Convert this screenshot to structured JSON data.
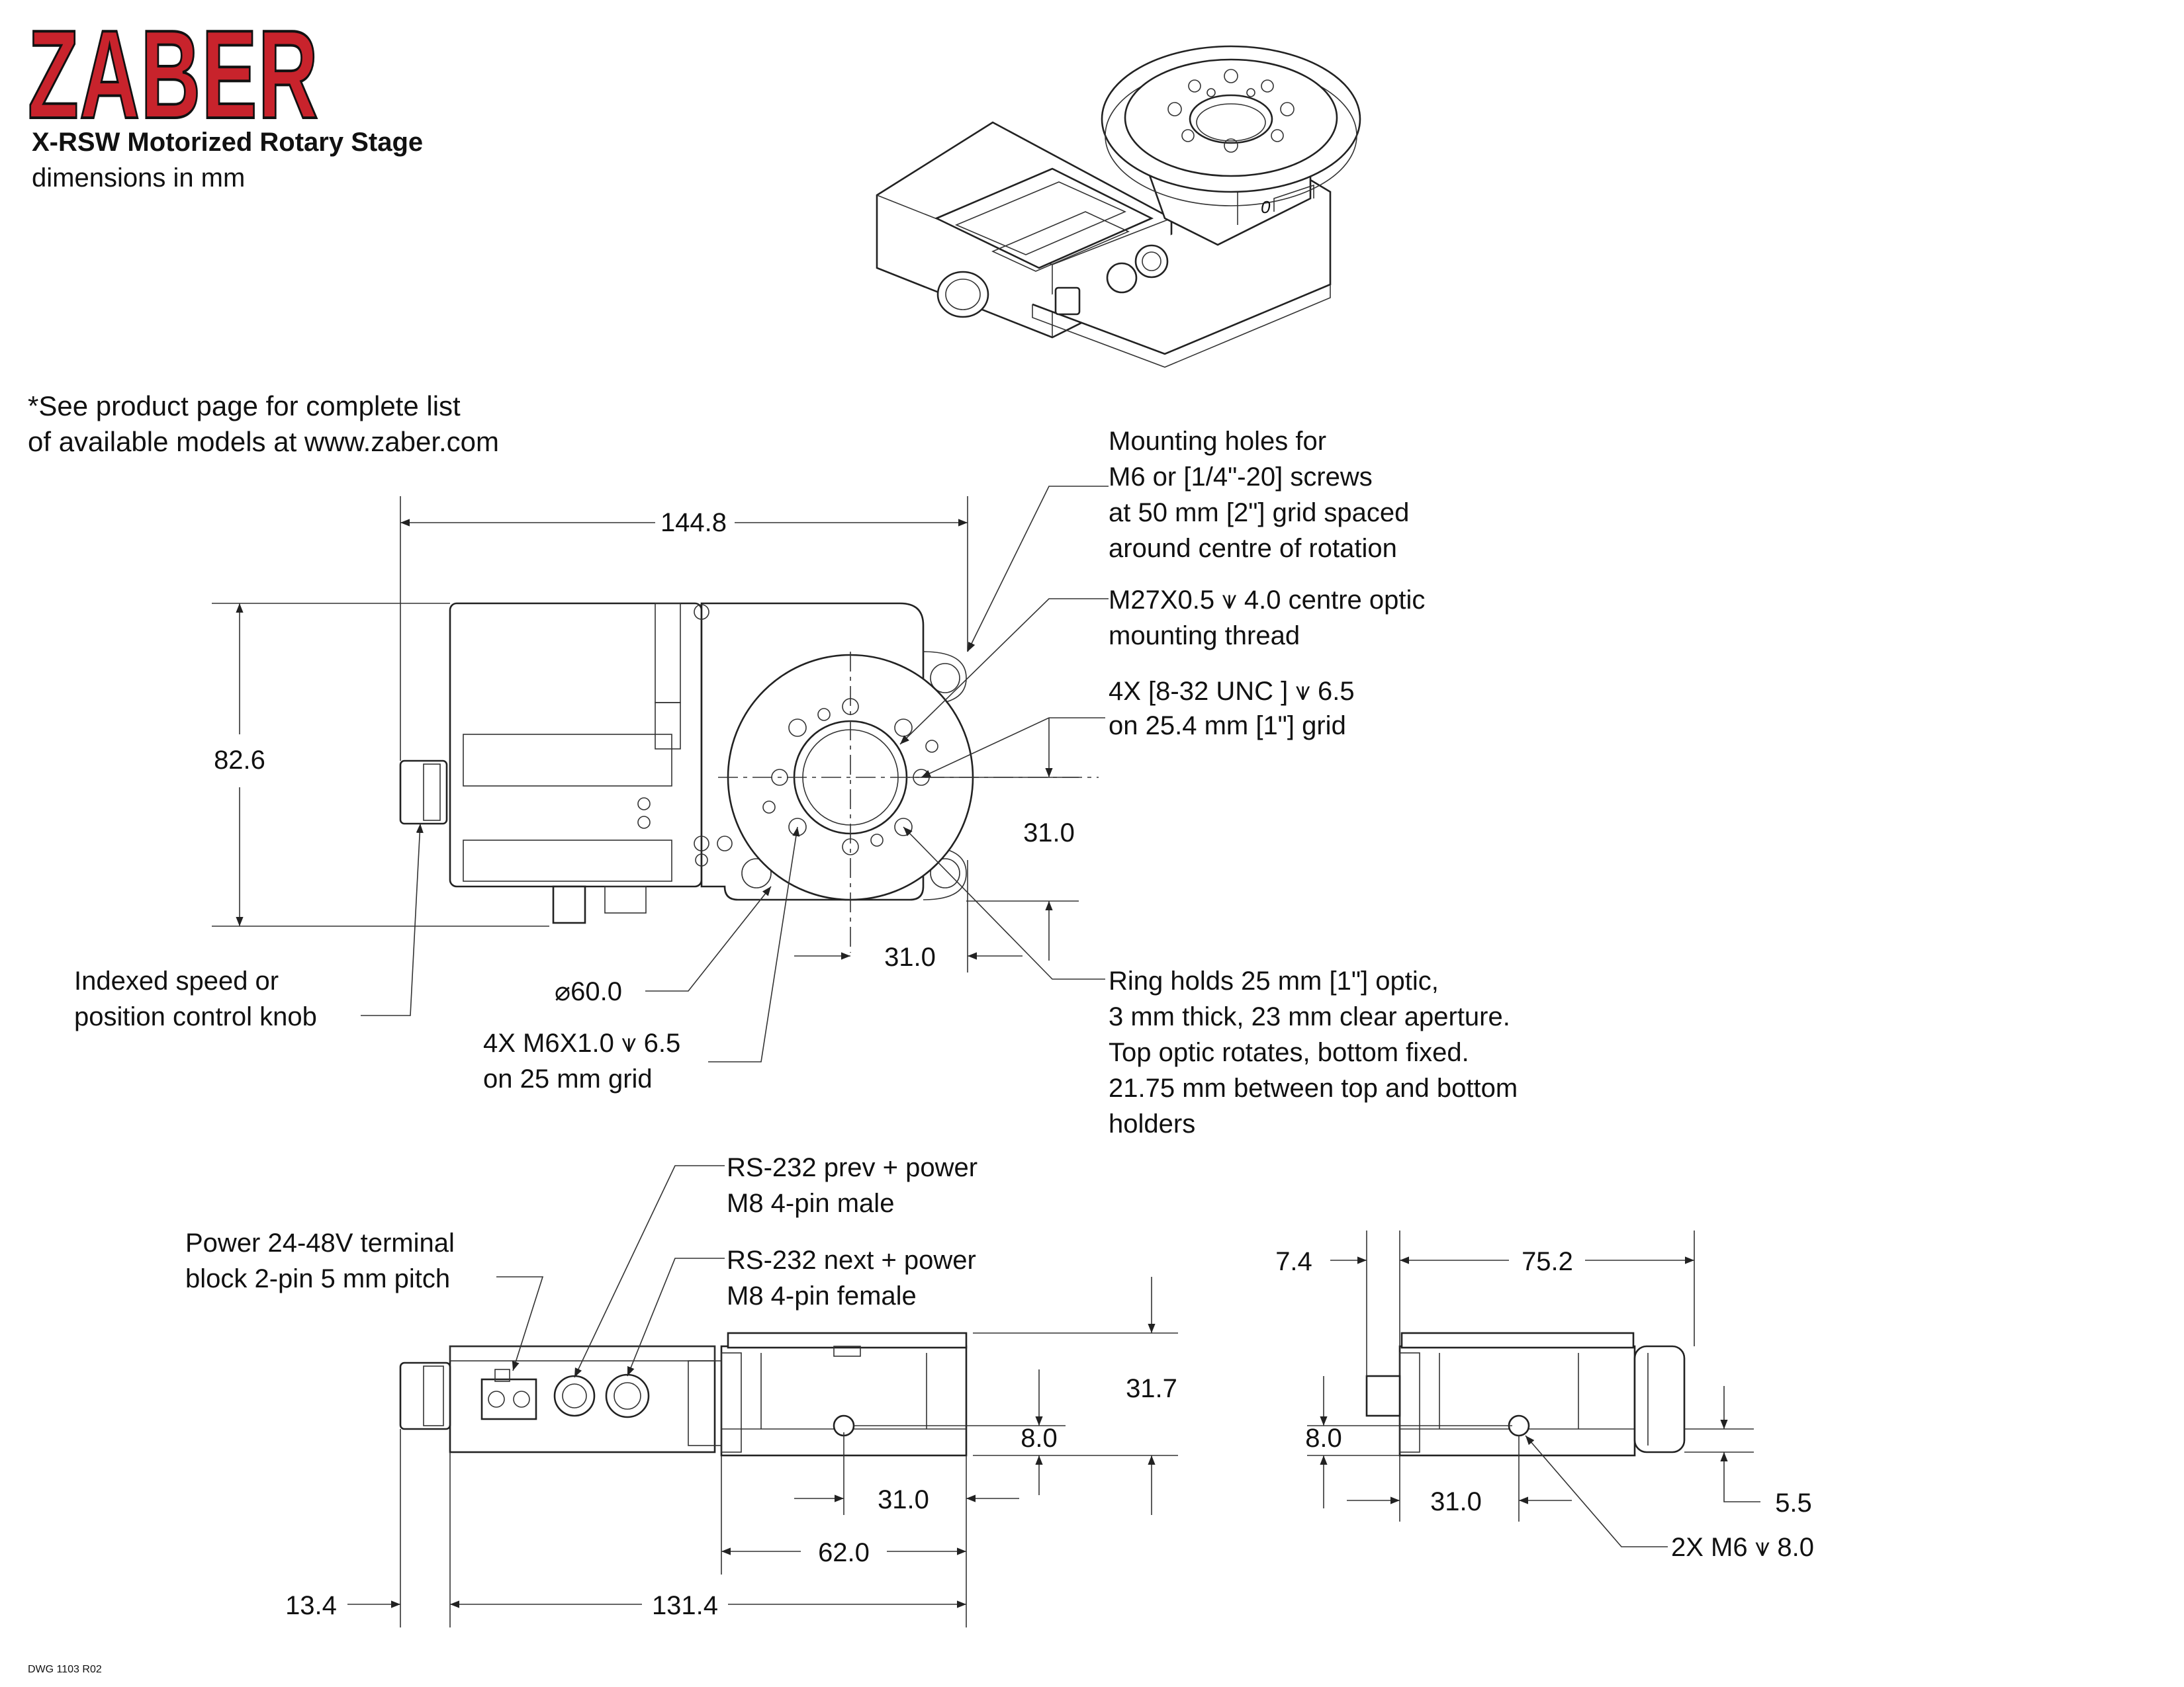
{
  "brand": {
    "logo": "ZABER",
    "logo_color": "#c8232c"
  },
  "title": "X-RSW Motorized Rotary Stage",
  "units_note": "dimensions in mm",
  "footnote": [
    "*See product page for complete list",
    "of available models at www.zaber.com"
  ],
  "dimensions": {
    "width_top": "144.8",
    "height_top": "82.6",
    "dia_ring": "⌀60.0",
    "grid_offset_v": "31.0",
    "grid_offset_h": "31.0",
    "front_height": "31.7",
    "front_hole_height": "8.0",
    "front_hole_offset": "31.0",
    "front_platform": "62.0",
    "front_knob": "13.4",
    "front_length": "131.4",
    "side_offset": "7.4",
    "side_width": "75.2",
    "side_hole_height": "8.0",
    "side_hole_offset": "31.0",
    "side_base": "5.5"
  },
  "callouts": {
    "mounting_holes": [
      "Mounting holes for",
      "M6 or [1/4\"-20] screws",
      "at 50 mm [2\"] grid spaced",
      "around centre of rotation"
    ],
    "centre_thread": [
      "M27X0.5 ⩛ 4.0 centre optic",
      "mounting thread"
    ],
    "small_holes": [
      "4X [8-32 UNC ] ⩛ 6.5",
      "on 25.4 mm [1\"] grid"
    ],
    "ring": [
      "Ring holds 25 mm [1\"] optic,",
      "3 mm thick, 23 mm clear aperture.",
      "Top optic rotates, bottom fixed.",
      "21.75 mm between top and bottom",
      "holders"
    ],
    "knob": [
      "Indexed speed or",
      "position control knob"
    ],
    "m6_holes": [
      "4X M6X1.0 ⩛ 6.5",
      "on 25 mm grid"
    ],
    "rs232_prev": [
      "RS-232 prev + power",
      "M8 4-pin male"
    ],
    "rs232_next": [
      "RS-232 next + power",
      "M8 4-pin female"
    ],
    "power": [
      "Power 24-48V terminal",
      "block 2-pin 5 mm pitch"
    ],
    "side_holes": "2X M6 ⩛ 8.0"
  },
  "drawing_number": "DWG 1103 R02"
}
